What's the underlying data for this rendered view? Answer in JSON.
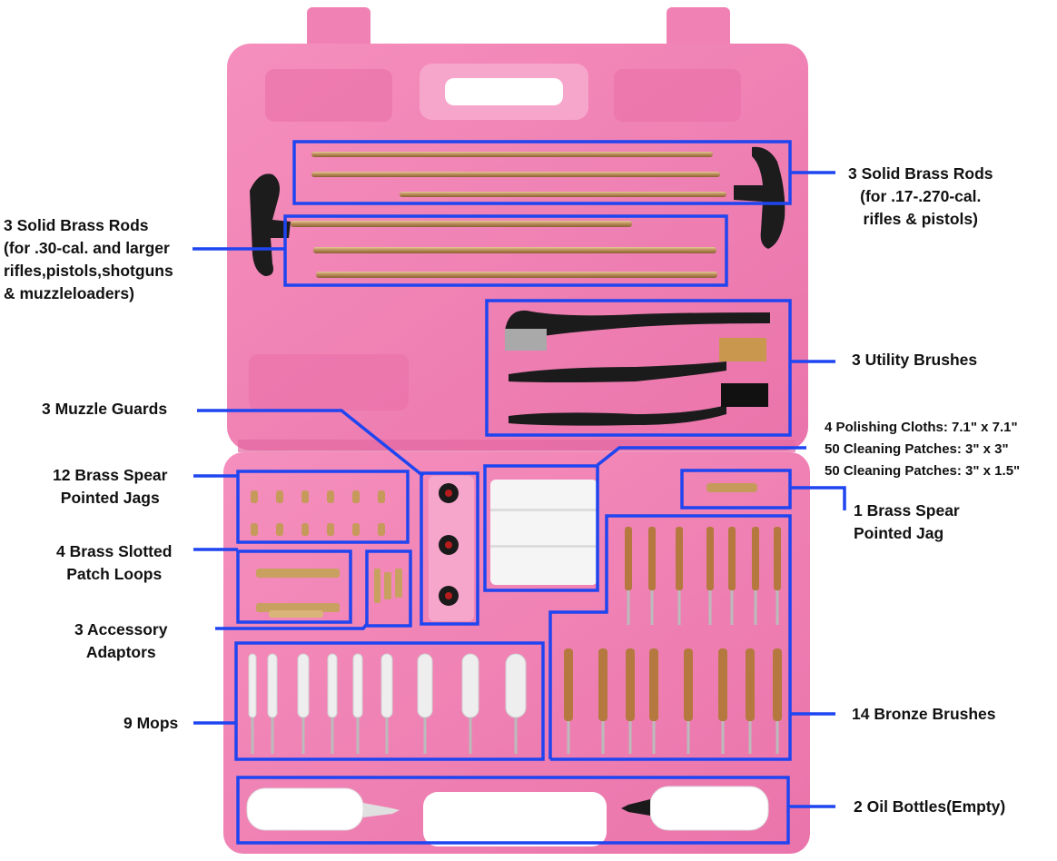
{
  "colors": {
    "case_pink": "#f081b4",
    "case_light": "#f7a6cb",
    "case_dark": "#d8609a",
    "highlight_blue": "#1f45f0",
    "brass": "#c9a06a",
    "bristle_black": "#1b1b1b",
    "mop_white": "#eeeeee"
  },
  "callouts": [
    {
      "key": "rods_small",
      "lines": [
        "3 Solid Brass Rods",
        "(for .17-.270-cal.",
        "rifles & pistols)"
      ]
    },
    {
      "key": "rods_large",
      "lines": [
        "3 Solid Brass Rods",
        "(for .30-cal. and larger",
        "rifles,pistols,shotguns",
        "& muzzleloaders)"
      ]
    },
    {
      "key": "utility_brushes",
      "lines": [
        "3 Utility Brushes"
      ]
    },
    {
      "key": "muzzle_guards",
      "lines": [
        "3 Muzzle Guards"
      ]
    },
    {
      "key": "cloths_patches",
      "lines": [
        "4 Polishing Cloths: 7.1\" x 7.1\"",
        "50 Cleaning Patches: 3\" x 3\"",
        "50 Cleaning Patches: 3\" x 1.5\""
      ]
    },
    {
      "key": "spear_jags_12",
      "lines": [
        "12 Brass Spear",
        "Pointed Jags"
      ]
    },
    {
      "key": "spear_jag_1",
      "lines": [
        "1 Brass Spear",
        "Pointed Jag"
      ]
    },
    {
      "key": "patch_loops",
      "lines": [
        "4 Brass Slotted",
        "Patch Loops"
      ]
    },
    {
      "key": "adaptors",
      "lines": [
        "3 Accessory",
        "Adaptors"
      ]
    },
    {
      "key": "mops",
      "lines": [
        "9 Mops"
      ]
    },
    {
      "key": "bronze_brushes",
      "lines": [
        "14 Bronze Brushes"
      ]
    },
    {
      "key": "oil_bottles",
      "lines": [
        "2 Oil Bottles(Empty)"
      ]
    }
  ]
}
